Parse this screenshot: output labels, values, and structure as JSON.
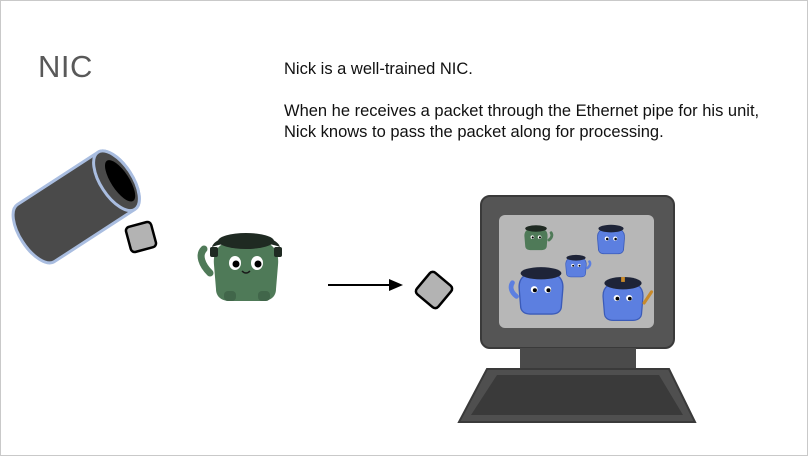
{
  "slide": {
    "title": "NIC",
    "paragraphs": [
      "Nick is a well-trained NIC.",
      "When he receives a packet through the Ethernet pipe for his unit, Nick knows to pass the packet along for processing."
    ]
  },
  "colors": {
    "title_text": "#595959",
    "pipe_body": "#4a4a4a",
    "pipe_rim": "#a9bde0",
    "packet": "#b3b3b3",
    "nick_green": "#4f7a58",
    "nick_hat": "#1f2a22",
    "unit_blue": "#5c7fe0",
    "monitor_frame": "#555555",
    "screen": "#b7b7b7"
  },
  "icons": [
    "ethernet-pipe-icon",
    "packet-icon",
    "nick-nic-creature-icon",
    "arrow-right-icon",
    "computer-monitor-icon",
    "keyboard-icon",
    "blue-unit-creature-icon"
  ]
}
